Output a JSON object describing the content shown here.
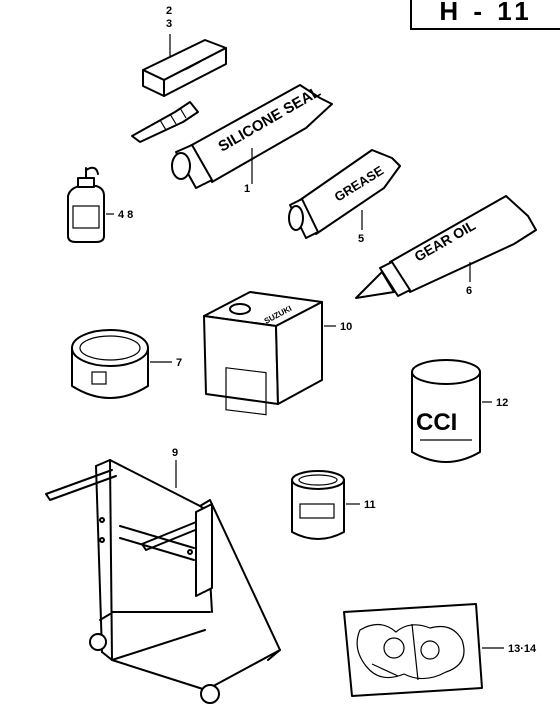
{
  "page_code": "H - 11",
  "callouts": {
    "c2": "2",
    "c3": "3",
    "c1": "1",
    "c4_8": "4   8",
    "c5": "5",
    "c6": "6",
    "c10": "10",
    "c7": "7",
    "c12": "12",
    "c9": "9",
    "c11": "11",
    "c13_14": "13·14"
  },
  "product_text": {
    "silicone": "SILICONE SEAL",
    "grease": "GREASE",
    "gear_oil": "GEAR OIL",
    "suzuki": "SUZUKI",
    "cci": "CCI"
  }
}
